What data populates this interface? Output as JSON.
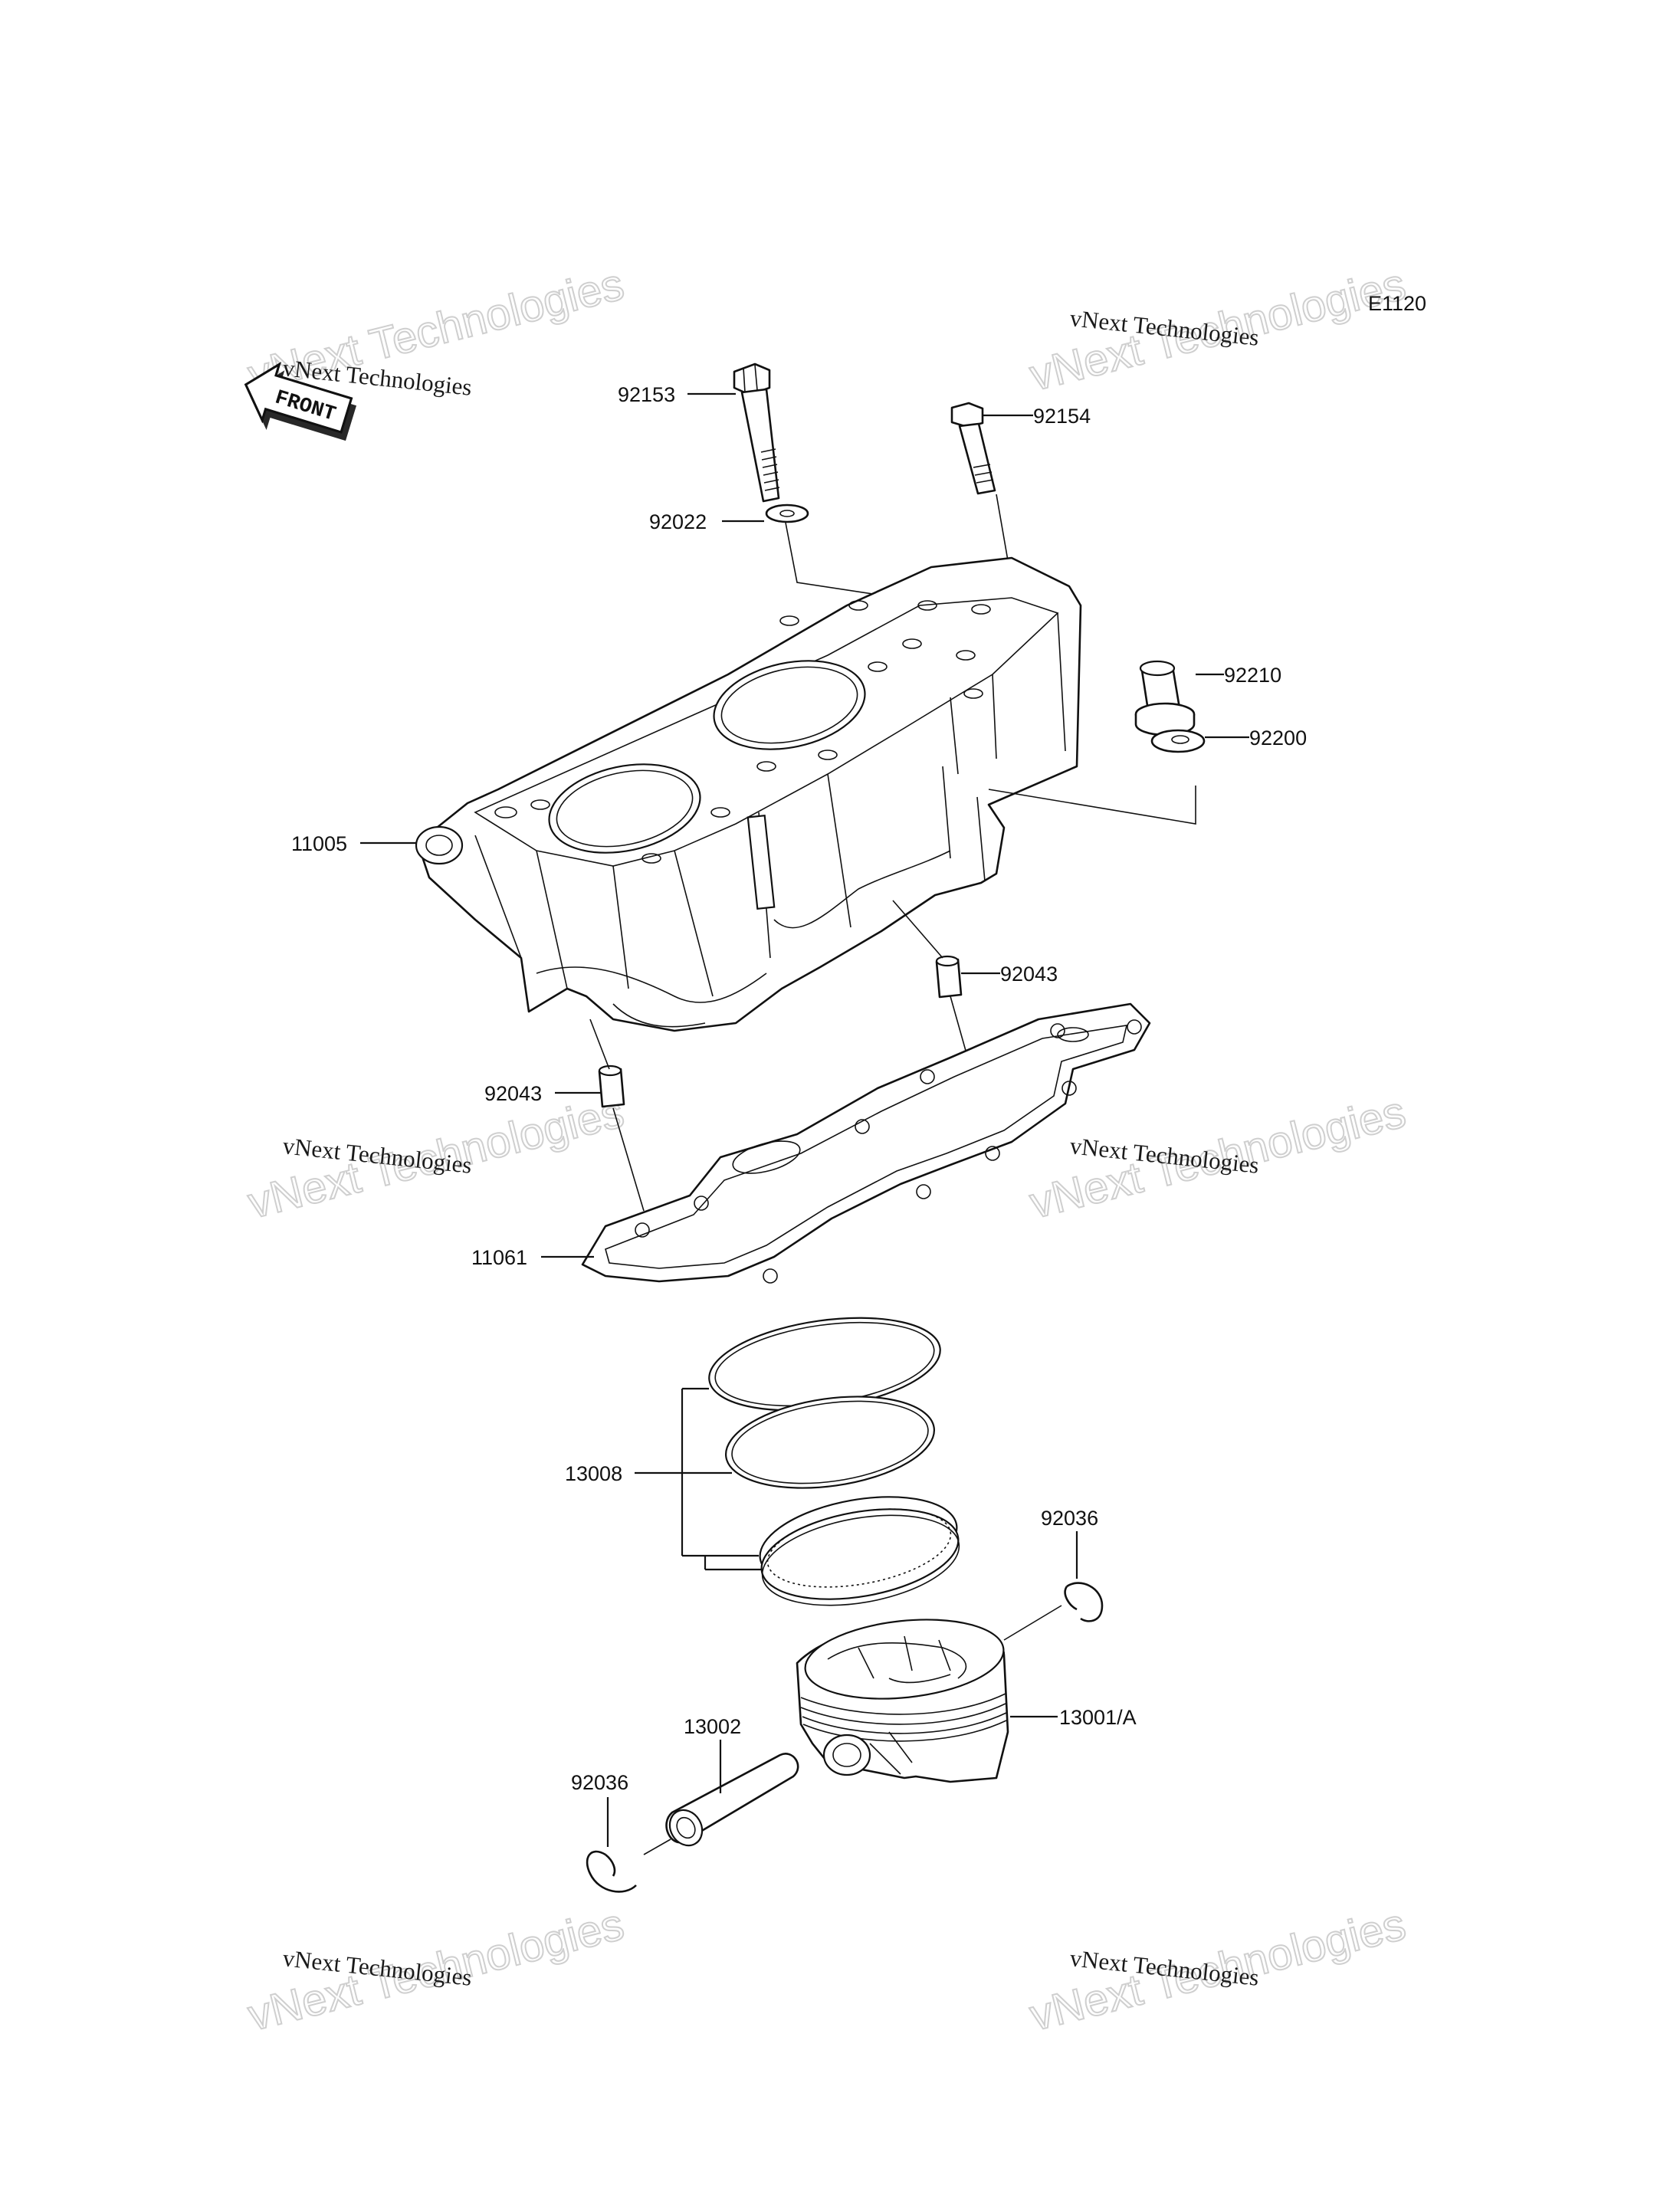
{
  "diagram_code": "E1120",
  "front_label": "FRONT",
  "watermark": {
    "large": "vNext Technologies",
    "small": "vNext Technologies"
  },
  "callouts": {
    "bolt_long": "92153",
    "bolt_short": "92154",
    "washer_top": "92022",
    "collar": "92210",
    "washer_side": "92200",
    "cylinder": "11005",
    "dowel_right": "92043",
    "dowel_left": "92043",
    "gasket": "11061",
    "ring_set": "13008",
    "circlip_right": "92036",
    "piston": "13001/A",
    "piston_pin": "13002",
    "circlip_left": "92036"
  }
}
